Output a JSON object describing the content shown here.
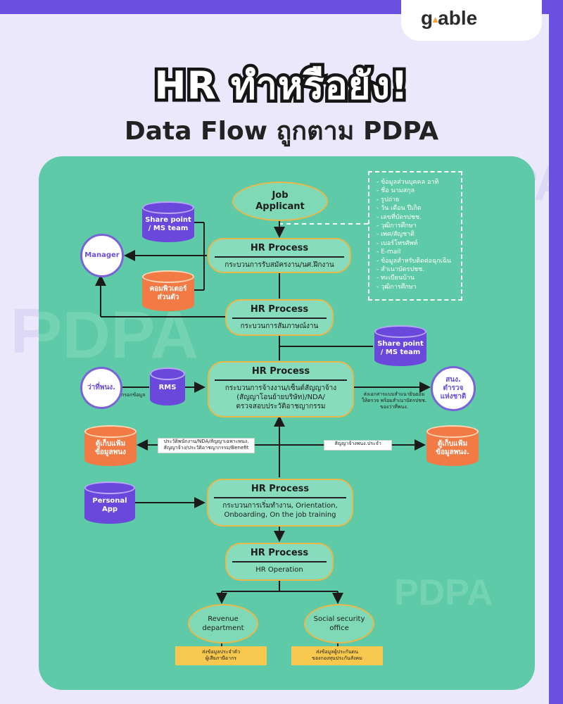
{
  "brand": {
    "logo_left": "g",
    "logo_dot": "▴",
    "logo_right": "able"
  },
  "title": "HR ทำหรือยัง!",
  "subtitle": "Data Flow ถูกตาม PDPA",
  "watermark": "PDPA",
  "applicant": {
    "label_1": "Job",
    "label_2": "Applicant"
  },
  "hr_process_label": "HR Process",
  "processes": [
    {
      "title": "HR Process",
      "body": "กระบวนการรับสมัครงาน/นศ.ฝึกงาน"
    },
    {
      "title": "HR Process",
      "body": "กระบวนการสัมภาษณ์งาน"
    },
    {
      "title": "HR Process",
      "body_1": "กระบวนการจ้างงาน/เซ็นต์สัญญาจ้าง",
      "body_2": "(สัญญาโอนย้ายบริษัท)/NDA/",
      "body_3": "ตรวจสอบประวัติอาชญากรรม"
    },
    {
      "title": "HR Process",
      "body_1": "กระบวนการเริ่มทำงาน, Orientation,",
      "body_2": "Onboarding, On the job training"
    },
    {
      "title": "HR Process",
      "body": "HR Operation"
    }
  ],
  "personal_data_list": [
    "- ข้อมูลส่วนบุคคล อาทิ",
    "- ชื่อ นามสกุล",
    "- รูปถ่าย",
    "- วัน เดือน ปีเกิด",
    "- เลขที่บัตรปชช.",
    "- วุฒิการศึกษา",
    "- เพศ/สัญชาติ",
    "- เบอร์โทรศัพท์",
    "- E-mail",
    "- ข้อมูลสำหรับติดต่อฉุกเฉิน",
    "- สำเนาบัตรปชช.",
    "- ทะเบียนบ้าน",
    "- วุฒิการศึกษา"
  ],
  "storage": {
    "sharepoint_1": {
      "line1": "Share point",
      "line2": "/ MS team"
    },
    "computer": {
      "line1": "คอมพิวเตอร์",
      "line2": "ส่วนตัว"
    },
    "sharepoint_2": {
      "line1": "Share point",
      "line2": "/ MS team"
    },
    "rms": "RMS",
    "cabinet_left": {
      "line1": "ตู้เก็บแฟ้ม",
      "line2": "ข้อมูลพนง"
    },
    "cabinet_right": {
      "line1": "ตู้เก็บแฟ้ม",
      "line2": "ข้อมูลพนง."
    },
    "personal_app": {
      "line1": "Personal",
      "line2": "App"
    }
  },
  "actors": {
    "manager": "Manager",
    "new_employee": "ว่าที่พนง.",
    "police": {
      "line1": "สนง.",
      "line2": "ตำรวจ",
      "line3": "แห่งชาติ"
    },
    "revenue": {
      "line1": "Revenue",
      "line2": "department"
    },
    "social_security": {
      "line1": "Social security",
      "line2": "office"
    }
  },
  "notes": {
    "fill_data": "กรอกข้อมูล",
    "send_police_1": "ส่งเอกสารแบบสำแนายินยอม",
    "send_police_2": "ให้ตรวจ พร้อมสำเนาบัตรปชช.",
    "send_police_3": "ของว่าที่พนง.",
    "left_box_1": "ประวัติพนักงาน/NDA/สัญญาเฉพาะพนง.",
    "left_box_2": "สัญญาจ้าง/ประวัติอาชญากรรม/Benefit",
    "right_box": "สัญญาจ้างพนง.ประจำ",
    "revenue_box_1": "ส่งข้อมูลประจำตัว",
    "revenue_box_2": "ผู้เสียภาษีอากร",
    "social_box_1": "ส่งข้อมูลผู้ประกันตน",
    "social_box_2": "ของกองทุนประกันสังคม"
  },
  "colors": {
    "panel": "#5ecaa7",
    "frame": "#6b4fe0",
    "purple": "#6a48dc",
    "orange": "#f27a45",
    "yellow": "#f9c84e",
    "gold_border": "#e8b84a"
  }
}
